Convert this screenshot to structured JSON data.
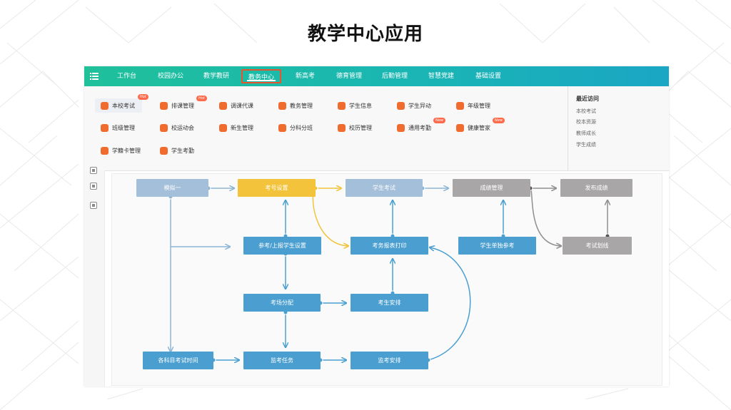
{
  "slide_title": "教学中心应用",
  "nav": {
    "tabs": [
      "工作台",
      "校园办公",
      "教学教研",
      "教务中心",
      "新高考",
      "德育管理",
      "后勤管理",
      "智慧党建",
      "基础设置"
    ],
    "active": "教务中心"
  },
  "dropdown": {
    "items": [
      {
        "label": "本校考试",
        "badge": "Hot"
      },
      {
        "label": "排课管理",
        "badge": "Hot"
      },
      {
        "label": "调课代课"
      },
      {
        "label": "教务管理"
      },
      {
        "label": "学生信息"
      },
      {
        "label": "学生异动"
      },
      {
        "label": "年级管理"
      },
      {
        "label": "班级管理"
      },
      {
        "label": "校运动会"
      },
      {
        "label": "新生管理"
      },
      {
        "label": "分科分班"
      },
      {
        "label": "校历管理"
      },
      {
        "label": "通用考勤",
        "badge": "New"
      },
      {
        "label": "健康管家",
        "badge": "New"
      },
      {
        "label": "学籍卡管理"
      },
      {
        "label": "学生考勤"
      }
    ]
  },
  "recent": {
    "title": "最近访问",
    "items": [
      "本校考试",
      "校本资源",
      "教师成长",
      "学生成绩"
    ]
  },
  "flow": {
    "nodes": [
      {
        "id": "mock",
        "label": "模拟一",
        "color": "#a3bfd9"
      },
      {
        "id": "seat",
        "label": "考号设置",
        "color": "#f2c33b"
      },
      {
        "id": "stuexam",
        "label": "学生考试",
        "color": "#a3bfd9"
      },
      {
        "id": "score",
        "label": "成绩管理",
        "color": "#a8a6a6"
      },
      {
        "id": "publish",
        "label": "发布成绩",
        "color": "#a8a6a6"
      },
      {
        "id": "report",
        "label": "参考/上报学生设置",
        "color": "#4a9fd0"
      },
      {
        "id": "print",
        "label": "考务报表打印",
        "color": "#4a9fd0"
      },
      {
        "id": "single",
        "label": "学生单独参考",
        "color": "#4a9fd0"
      },
      {
        "id": "line",
        "label": "考试划线",
        "color": "#a8a6a6"
      },
      {
        "id": "room",
        "label": "考场分配",
        "color": "#4a9fd0"
      },
      {
        "id": "arrange",
        "label": "考生安排",
        "color": "#4a9fd0"
      },
      {
        "id": "time",
        "label": "各科目考试时间",
        "color": "#4a9fd0"
      },
      {
        "id": "task",
        "label": "监考任务",
        "color": "#4a9fd0"
      },
      {
        "id": "proctor",
        "label": "监考安排",
        "color": "#4a9fd0"
      }
    ]
  },
  "colors": {
    "accent_blue": "#4a9fd0",
    "arrow_light": "#8eb5d6",
    "arrow_yellow": "#f2c33b",
    "arrow_gray": "#8f8f8f",
    "active_tab_border": "#e8542e",
    "icon_orange": "#f06b2e"
  }
}
